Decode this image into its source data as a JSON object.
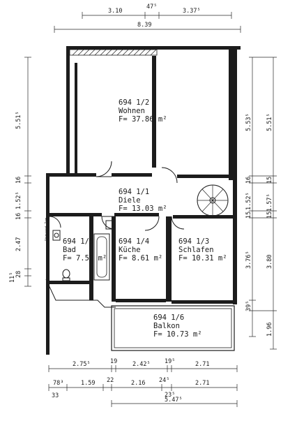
{
  "plan": {
    "rooms": [
      {
        "id": "694 1/2",
        "name": "Wohnen",
        "area": "F= 37.86 m²"
      },
      {
        "id": "694 1/1",
        "name": "Diele",
        "area": "F= 13.03 m²"
      },
      {
        "id": "694 1/5",
        "name": "Bad",
        "area": "F= 7.52 m²"
      },
      {
        "id": "694 1/4",
        "name": "Küche",
        "area": "F= 8.61 m²"
      },
      {
        "id": "694 1/3",
        "name": "Schlafen",
        "area": "F= 10.31 m²"
      },
      {
        "id": "694 1/6",
        "name": "Balkon",
        "area": "F= 10.73 m²"
      }
    ],
    "dims_top": {
      "a": "3.10",
      "b": "47⁵",
      "c": "3.37⁵",
      "total": "8.39"
    },
    "dims_left": {
      "h1": "5.51⁵",
      "h2": "16",
      "h3": "1.52⁵",
      "h4": "16",
      "h5": "2.47",
      "h6": "11⁵",
      "h7": "28"
    },
    "dims_right_inner": {
      "h1": "5.53⁵",
      "h2": "16",
      "h3": "1.52⁵",
      "h4": "15",
      "h5": "3.76⁵",
      "h6": "39⁵"
    },
    "dims_right_outer": {
      "h1": "5.51⁵",
      "h2": "15",
      "h3": "1.57⁵",
      "h4": "15",
      "h5": "3.80",
      "h6": "1.96"
    },
    "dims_bottom_row1": [
      "2.75⁵",
      "19",
      "2.42⁵",
      "19⁵",
      "2.71"
    ],
    "dims_bottom_row2": [
      "78³",
      "1.59",
      "22",
      "2.16",
      "24⁵",
      "2.71"
    ],
    "dims_bottom_row3": {
      "left": "33",
      "mid": "23⁵",
      "total": "5.47⁵"
    },
    "wall_label": "Vorwand 7cm"
  }
}
